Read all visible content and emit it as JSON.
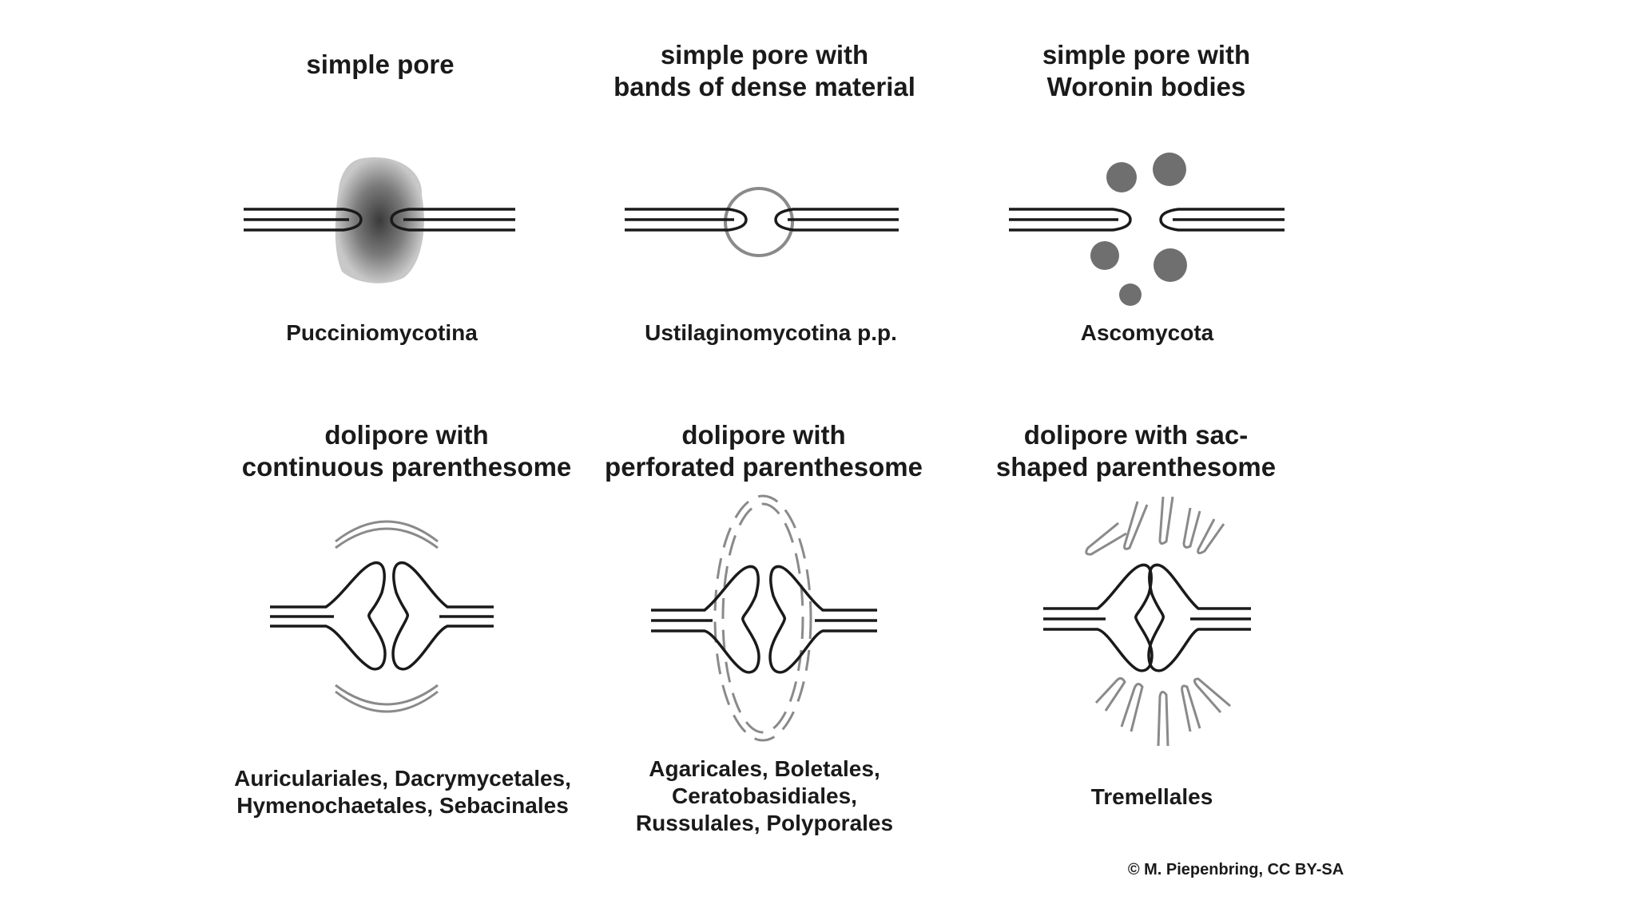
{
  "panels": [
    {
      "title": [
        "simple pore"
      ],
      "taxa": [
        "Pucciniomycotina"
      ]
    },
    {
      "title": [
        "simple pore with",
        "bands of dense material"
      ],
      "taxa": [
        "Ustilaginomycotina p.p."
      ]
    },
    {
      "title": [
        "simple pore with",
        "Woronin bodies"
      ],
      "taxa": [
        "Ascomycota"
      ]
    },
    {
      "title": [
        "dolipore with",
        "continuous parenthesome"
      ],
      "taxa": [
        "Auriculariales, Dacrymycetales,",
        "Hymenochaetales, Sebacinales"
      ]
    },
    {
      "title": [
        "dolipore with",
        "perforated parenthesome"
      ],
      "taxa": [
        "Agaricales, Boletales,",
        "Ceratobasidiales,",
        "Russulales, Polyporales"
      ]
    },
    {
      "title": [
        "dolipore with sac-",
        "shaped parenthesome"
      ],
      "taxa": [
        "Tremellales"
      ]
    }
  ],
  "credit": "© M. Piepenbring, CC BY-SA",
  "colors": {
    "ink": "#1a1a1a",
    "gray": "#8a8a8a",
    "dot": "#6f6f6f"
  }
}
